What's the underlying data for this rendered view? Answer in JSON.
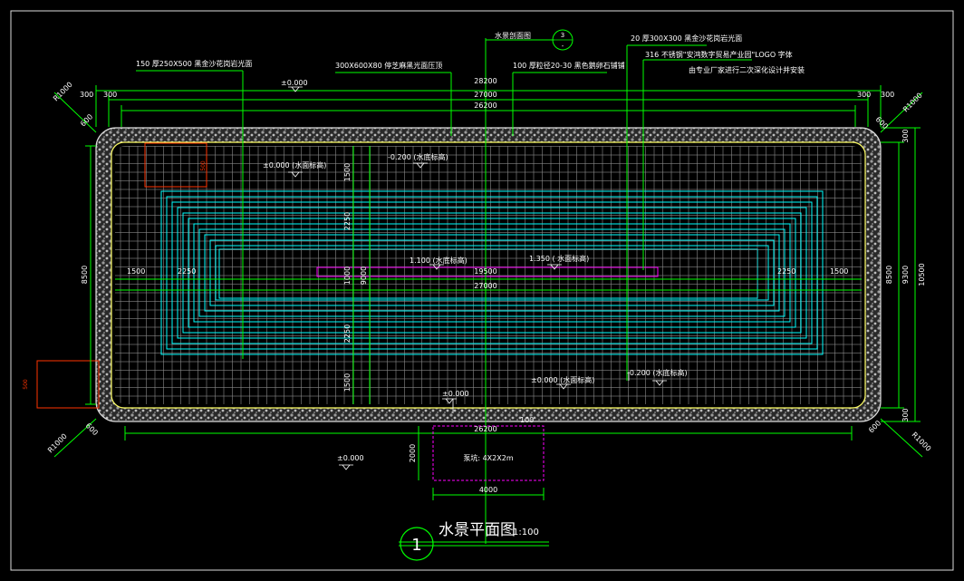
{
  "drawing": {
    "title": "水景平面图",
    "scale": "1:100",
    "number": "1",
    "section_ref": "水景剖面图",
    "section_no": "3",
    "section_sub": "-"
  },
  "dimensions": {
    "top_overall": "28200",
    "top_mid": "27000",
    "top_inner": "26200",
    "edge_left": "300",
    "edge_left_b": "300",
    "edge_right": "300",
    "edge_right_b": "300",
    "radius_tl": "R1000",
    "radius_tr": "R1000",
    "radius_bl": "R1000",
    "radius_br": "R1000",
    "chamfer_tl": "600",
    "chamfer_tr": "600",
    "chamfer_bl": "600",
    "chamfer_br": "600",
    "right_total": "10500",
    "right_inner": "9300",
    "right_outer": "8500",
    "right_top": "300",
    "right_bottom": "300",
    "left_total": "8500",
    "left_1500": "1500",
    "left_2250": "2250",
    "right_2250": "2250",
    "right_1500": "1500",
    "center_19500": "19500",
    "center_27000": "27000",
    "v_1500_top": "1500",
    "v_2250_top": "2250",
    "v_1000": "1000",
    "v_9000": "9000",
    "v_2250_bot": "2250",
    "v_1500_bot": "1500",
    "bottom_26200": "26200",
    "bottom_100": "100",
    "pump_width": "4000",
    "pump_height": "2000",
    "tile_1": "500",
    "tile_2": "500"
  },
  "callouts": {
    "c1": "150  厚250X500   黑金沙花岗岩光面",
    "c2": "300X600X80     停芝麻黑光面压顶",
    "c3": "100  厚粒径20-30   黑色鹅卵石铺铺",
    "c4": "20  厚300X300    黑金沙花岗岩光面",
    "c5": "316  不锈钢\"安鸿数字贸易产业园\"LOGO  字体",
    "c6": "由专业厂家进行二次深化设计并安装"
  },
  "levels": {
    "l_top": "±0.000",
    "l_water_a": "±0.000  (水面标高)",
    "l_bed_a": "-0.200  (水底标高)",
    "l_bed_c": "1.100  (水底标高)",
    "l_water_c": "1.350 (  水面标高)",
    "l_water_b": "±0.000  (水面标高)",
    "l_bed_b": "-0.200  (水底标高)",
    "l_bottom": "±0.000",
    "l_outside": "±0.000"
  },
  "pump": {
    "label": "泵坑: 4X2X2m"
  },
  "colors": {
    "bg": "#000000",
    "dim": "#00ff00",
    "text": "#ffffff",
    "grid": "#8a8a8a",
    "pool": "#00ffff",
    "accent": "#ff00ff",
    "tile": "#ff3300",
    "edge": "#ffff66",
    "border": "#dddddd"
  }
}
